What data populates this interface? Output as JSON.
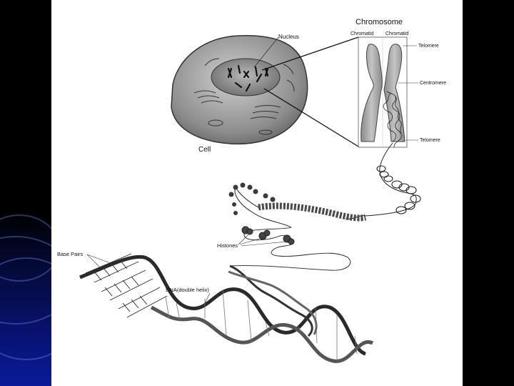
{
  "labels": {
    "chromosome": "Chromosome",
    "chromatid_left": "Chromatid",
    "chromatid_right": "Chromatid",
    "nucleus": "Nucleus",
    "telomere_top": "Telomere",
    "centromere": "Centromere",
    "telomere_bottom": "Telomere",
    "cell": "Cell",
    "histones": "Histones",
    "base_pairs": "Base Pairs",
    "dna": "DNA(double helix)"
  },
  "colors": {
    "slide_background": "#ffffff",
    "page_background": "#000000",
    "accent_blue": "#0a1a9a"
  }
}
